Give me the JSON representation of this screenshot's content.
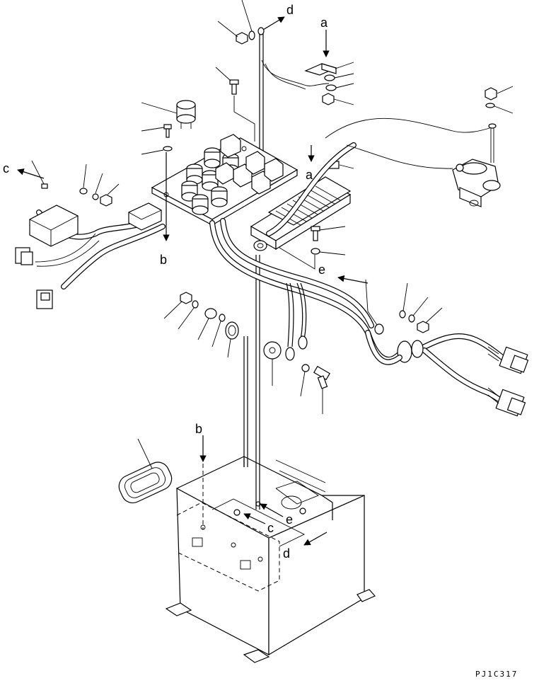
{
  "diagram": {
    "labels": {
      "a_top": "a",
      "a_mid": "a",
      "b_left": "b",
      "b_box": "b",
      "c_left": "c",
      "c_box": "c",
      "d_top": "d",
      "d_box": "d",
      "e_mid": "e",
      "e_box": "e"
    },
    "drawing_code": "PJ1C317"
  }
}
